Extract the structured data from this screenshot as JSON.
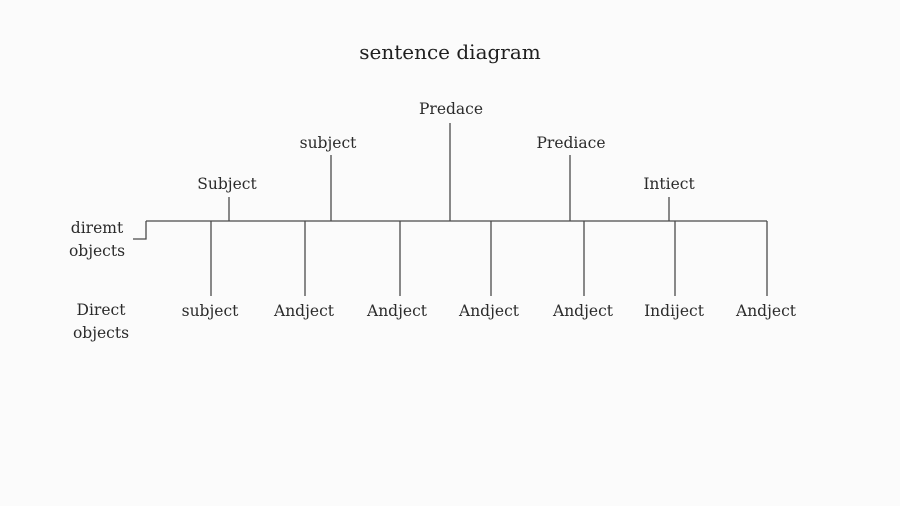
{
  "diagram": {
    "title": "sentence diagram",
    "upper_labels": [
      "Subject",
      "subject",
      "Predace",
      "Prediace",
      "Intiect"
    ],
    "lower_labels": [
      "subject",
      "Andject",
      "Andject",
      "Andject",
      "Andject",
      "Indiject",
      "Andject"
    ],
    "left_upper_label": [
      "diremt",
      "objects"
    ],
    "left_lower_label": [
      "Direct",
      "objects"
    ]
  }
}
